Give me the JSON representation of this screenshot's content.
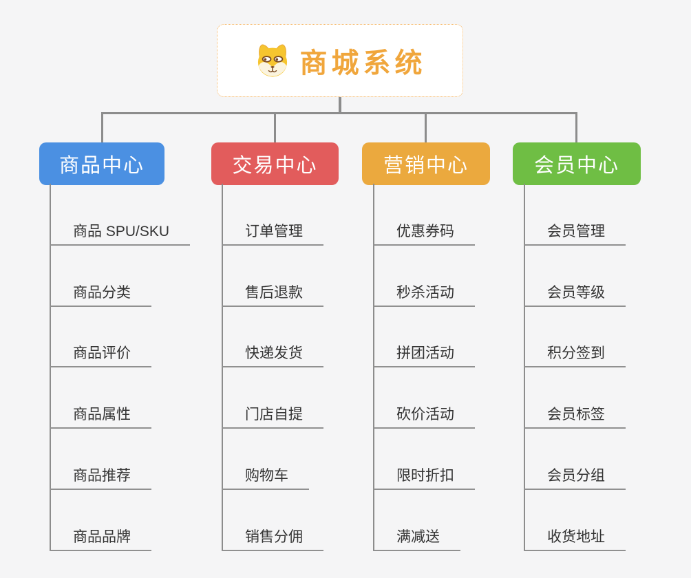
{
  "root": {
    "title": "商城系统",
    "icon": "shiba-dog-face",
    "text_color": "#F0A63C",
    "border_color": "#F5B868"
  },
  "branches": [
    {
      "id": "goods",
      "label": "商品中心",
      "color": "#4B90E2",
      "children": [
        "商品 SPU/SKU",
        "商品分类",
        "商品评价",
        "商品属性",
        "商品推荐",
        "商品品牌"
      ]
    },
    {
      "id": "trade",
      "label": "交易中心",
      "color": "#E25C5C",
      "children": [
        "订单管理",
        "售后退款",
        "快递发货",
        "门店自提",
        "购物车",
        "销售分佣"
      ]
    },
    {
      "id": "marketing",
      "label": "营销中心",
      "color": "#EBA93E",
      "children": [
        "优惠券码",
        "秒杀活动",
        "拼团活动",
        "砍价活动",
        "限时折扣",
        "满减送"
      ]
    },
    {
      "id": "member",
      "label": "会员中心",
      "color": "#6FBE44",
      "children": [
        "会员管理",
        "会员等级",
        "积分签到",
        "会员标签",
        "会员分组",
        "收货地址"
      ]
    }
  ],
  "colors": {
    "background": "#F5F5F6",
    "connector": "#8C8C8C",
    "child_text": "#333333",
    "child_underline": "#909090"
  }
}
